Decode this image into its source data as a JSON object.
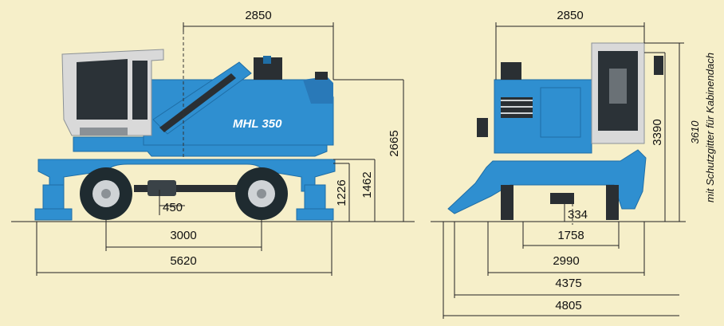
{
  "colors": {
    "background": "#f6efc9",
    "machine_blue": "#2f8fd0",
    "machine_blue_dark": "#1f6ea6",
    "cab_grey": "#d9d9d9",
    "tire_dark": "#1f2b30",
    "rim": "#cfd3d6"
  },
  "side_view": {
    "model_logo": "MHL 350",
    "top_width": "2850",
    "axle_offset": "450",
    "wheelbase": "3000",
    "overall_length": "5620",
    "height_1226": "1226",
    "height_1462": "1462",
    "height_2665": "2665"
  },
  "front_view": {
    "top_width": "2850",
    "ground_clearance": "334",
    "track_width": "1758",
    "width_2990": "2990",
    "width_4375": "4375",
    "width_4805": "4805",
    "height_3390": "3390",
    "height_3610": "3610",
    "note": "mit Schutzgitter für Kabinendach"
  }
}
